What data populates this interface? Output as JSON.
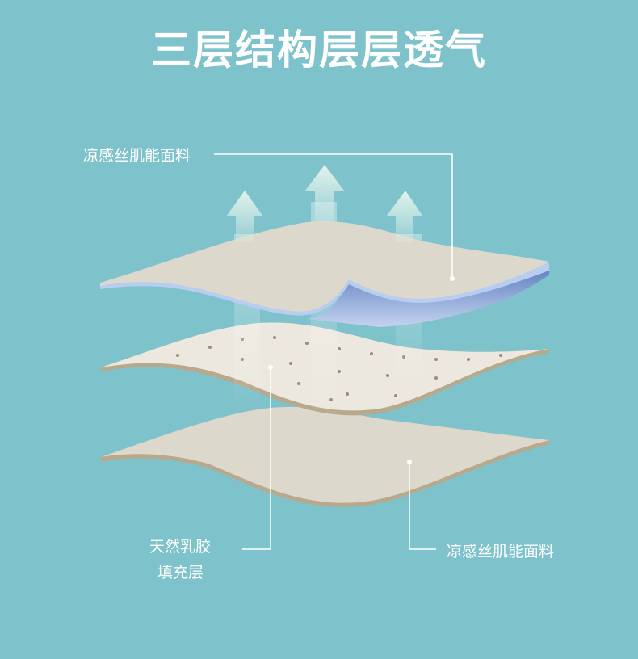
{
  "title": "三层结构层层透气",
  "layers": {
    "top_label": "凉感丝肌能面料",
    "middle_label_line1": "天然乳胶",
    "middle_label_line2": "填充层",
    "bottom_label": "凉感丝肌能面料"
  },
  "colors": {
    "background": "#7ec2cb",
    "fabric": "#ddd8cc",
    "edge": "#b9a98c",
    "blue_edge": "#b8cdf0",
    "arrow": "#e3f3ec"
  }
}
